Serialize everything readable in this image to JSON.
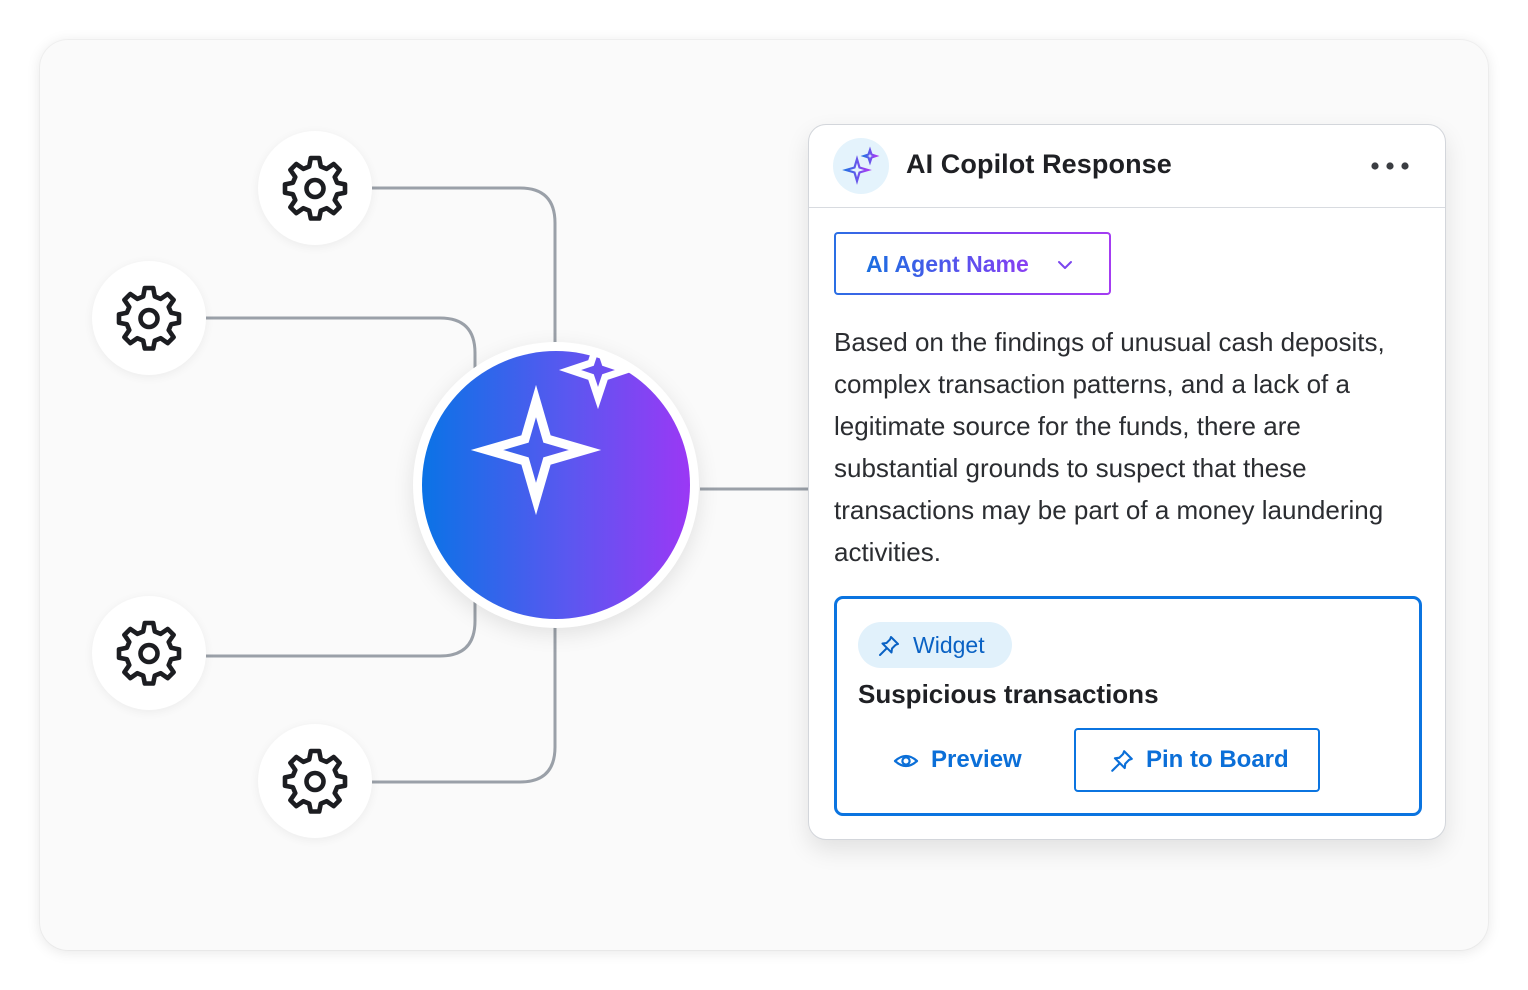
{
  "diagram": {
    "nodes": [
      {
        "icon": "gear-icon"
      },
      {
        "icon": "gear-icon"
      },
      {
        "icon": "gear-icon"
      },
      {
        "icon": "gear-icon"
      }
    ],
    "hub": {
      "icon": "ai-sparkle-icon",
      "gradient": [
        "#0a73e6",
        "#9b38f5"
      ]
    },
    "connector_color": "#9aa0a8"
  },
  "card": {
    "header": {
      "icon": "ai-sparkle-icon",
      "title": "AI Copilot Response",
      "menu_icon": "more-horizontal-icon"
    },
    "agent_select": {
      "value": "AI Agent Name",
      "icon": "chevron-down-icon"
    },
    "body": "Based on the findings of unusual cash deposits, complex transaction patterns, and a lack of a legitimate source for the funds, there are substantial grounds to suspect that these transactions may be part of a money laundering activities.",
    "widget": {
      "chip_icon": "pin-icon",
      "chip_label": "Widget",
      "title": "Suspicious transactions",
      "preview": {
        "icon": "eye-icon",
        "label": "Preview"
      },
      "pin": {
        "icon": "pin-icon",
        "label": "Pin to Board"
      }
    }
  },
  "colors": {
    "accent": "#0b74e0",
    "text": "#1f2024"
  }
}
